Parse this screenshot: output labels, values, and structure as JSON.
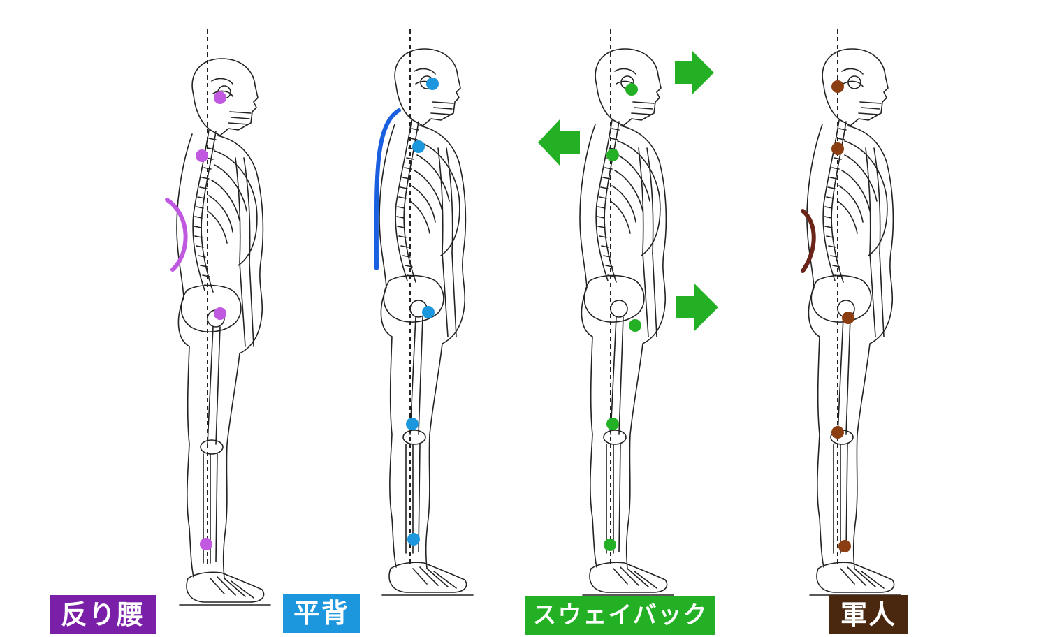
{
  "labels": {
    "lordosis": "反り腰",
    "flat_back": "平背",
    "sway_back": "スウェイバック",
    "military": "軍人"
  },
  "colors": {
    "lordosis": "#c058e0",
    "flat_back": "#1c96dc",
    "flat_back_curve": "#1a5fe0",
    "sway_back": "#24b024",
    "military": "#8a3e12",
    "military_curve": "#6a2418",
    "lordosis_label_bg": "#7a1fa8",
    "military_label_bg": "#4a2810",
    "line_art": "#222222"
  },
  "figures": [
    {
      "id": "lordosis",
      "markers": 4,
      "arrows": []
    },
    {
      "id": "flat_back",
      "markers": 5,
      "arrows": []
    },
    {
      "id": "sway_back",
      "markers": 5,
      "arrows": [
        "right",
        "left",
        "right"
      ]
    },
    {
      "id": "military",
      "markers": 5,
      "arrows": []
    }
  ]
}
